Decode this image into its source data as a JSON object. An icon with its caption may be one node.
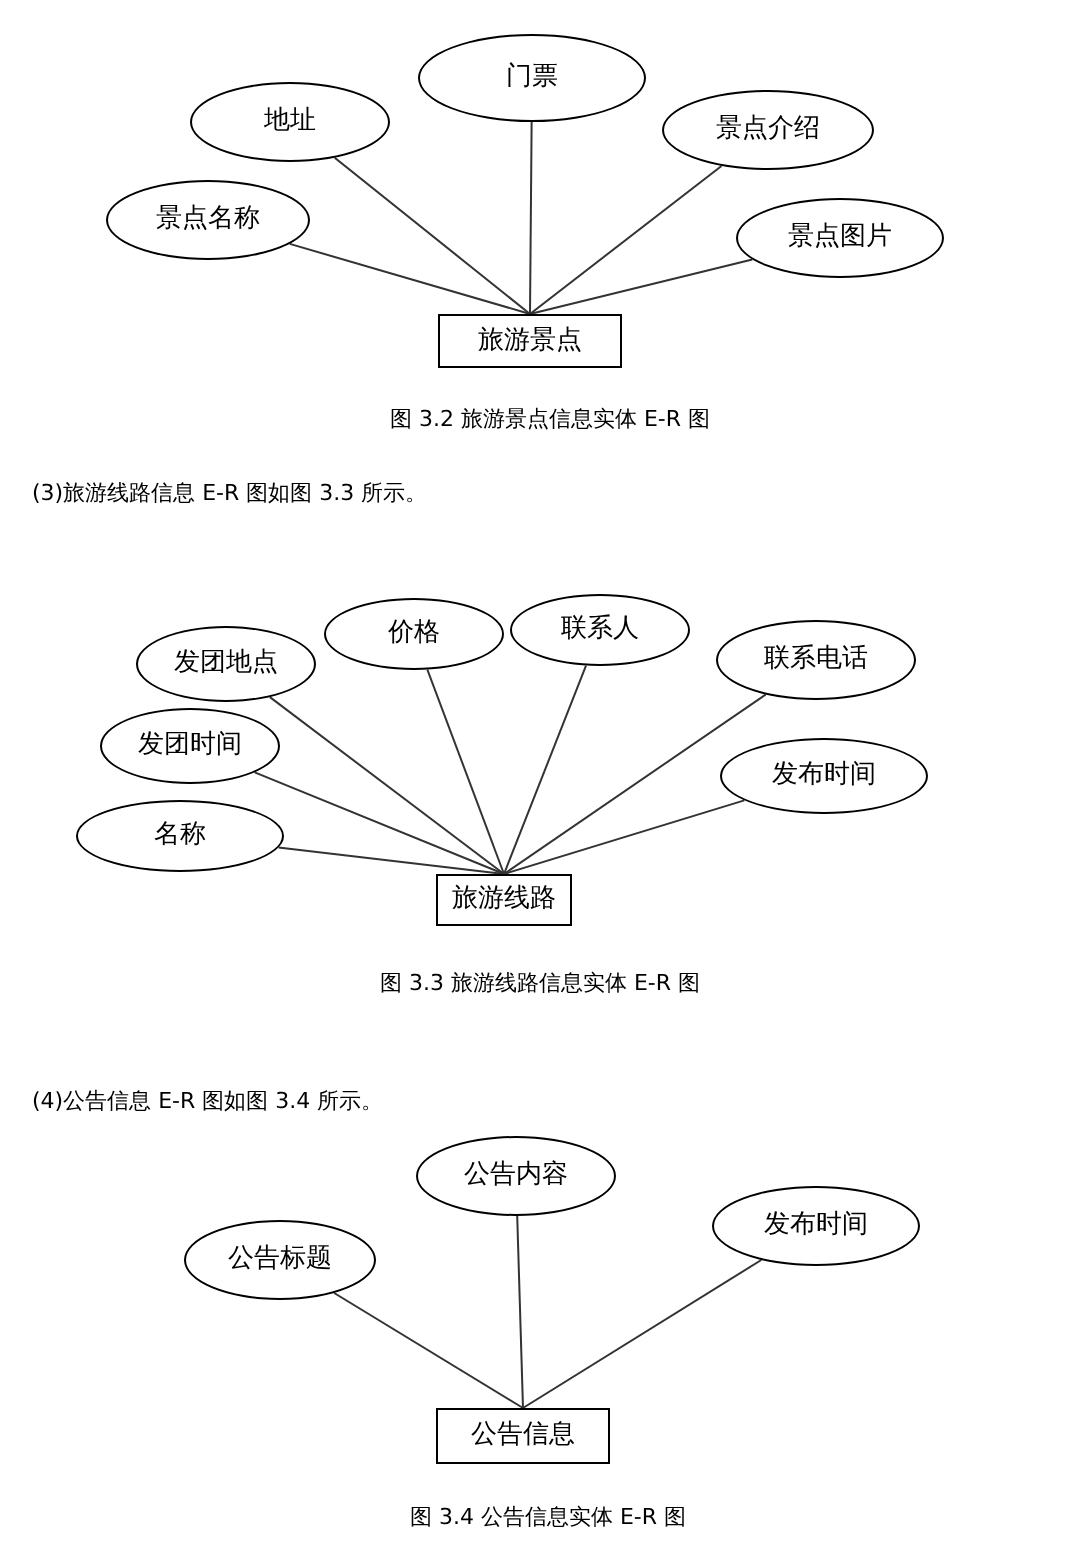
{
  "diagram": {
    "nodes": [
      {
        "text": [
          "景点名称"
        ]
      },
      {
        "text": [
          "地址"
        ]
      },
      {
        "text": [
          "门票"
        ]
      },
      {
        "text": [
          "景点介绍"
        ]
      },
      {
        "text": [
          "景点图片"
        ]
      },
      {
        "text": [
          "旅游景点"
        ]
      },
      {
        "text": [
          "发团地点"
        ]
      },
      {
        "text": [
          "价格"
        ]
      },
      {
        "text": [
          "联系人"
        ]
      },
      {
        "text": [
          "联系电话"
        ]
      },
      {
        "text": [
          "发团时间"
        ]
      },
      {
        "text": [
          "发布时间"
        ]
      },
      {
        "text": [
          "名称"
        ]
      },
      {
        "text": [
          "旅游线路"
        ]
      },
      {
        "text": [
          "公告内容"
        ]
      },
      {
        "text": [
          "公告标题"
        ]
      },
      {
        "text": [
          "发布时间"
        ]
      },
      {
        "text": [
          "公告信息"
        ]
      }
    ],
    "edges": [
      {
        "from": 5,
        "to": 0,
        "arrow": "none"
      },
      {
        "from": 5,
        "to": 1,
        "arrow": "none"
      },
      {
        "from": 5,
        "to": 2,
        "arrow": "none"
      },
      {
        "from": 5,
        "to": 3,
        "arrow": "none"
      },
      {
        "from": 5,
        "to": 4,
        "arrow": "none"
      },
      {
        "from": 13,
        "to": 6,
        "arrow": "none"
      },
      {
        "from": 13,
        "to": 7,
        "arrow": "none"
      },
      {
        "from": 13,
        "to": 8,
        "arrow": "none"
      },
      {
        "from": 13,
        "to": 9,
        "arrow": "none"
      },
      {
        "from": 13,
        "to": 10,
        "arrow": "none"
      },
      {
        "from": 13,
        "to": 11,
        "arrow": "none"
      },
      {
        "from": 13,
        "to": 12,
        "arrow": "none"
      },
      {
        "from": 17,
        "to": 14,
        "arrow": "none"
      },
      {
        "from": 17,
        "to": 15,
        "arrow": "none"
      },
      {
        "from": 17,
        "to": 16,
        "arrow": "none"
      }
    ],
    "labels": [
      "图 3.2 旅游景点信息实体 E-R 图",
      "(3)旅游线路信息 E-R 图如图 3.3 所示。",
      "图 3.3 旅游线路信息实体 E-R 图",
      "(4)公告信息 E-R 图如图 3.4 所示。",
      "图 3.4 公告信息实体 E-R 图"
    ]
  }
}
